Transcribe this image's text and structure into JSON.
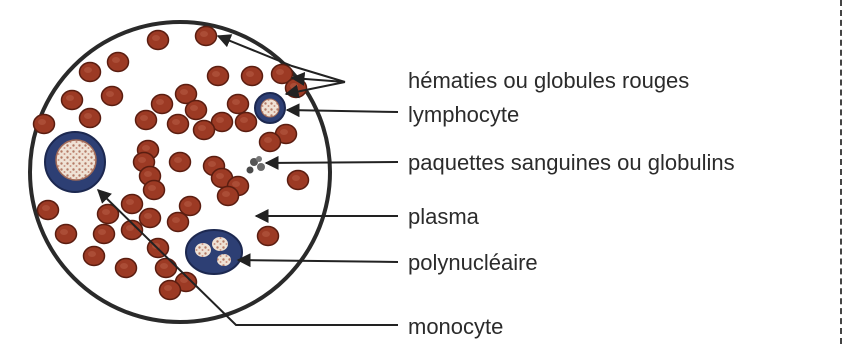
{
  "labels": {
    "hematies": "hématies ou globules rouges",
    "lymphocyte": "lymphocyte",
    "paquettes": "paquettes sanguines ou globulins",
    "plasma": "plasma",
    "polynucleaire": "polynucléaire",
    "monocyte": "monocyte"
  },
  "colors": {
    "red_cell": "#9c3a24",
    "red_cell_stroke": "#5a1d10",
    "white_cell_ring": "#283a6b",
    "nucleus": "#e8d6c6",
    "outline": "#2a2a2a"
  }
}
